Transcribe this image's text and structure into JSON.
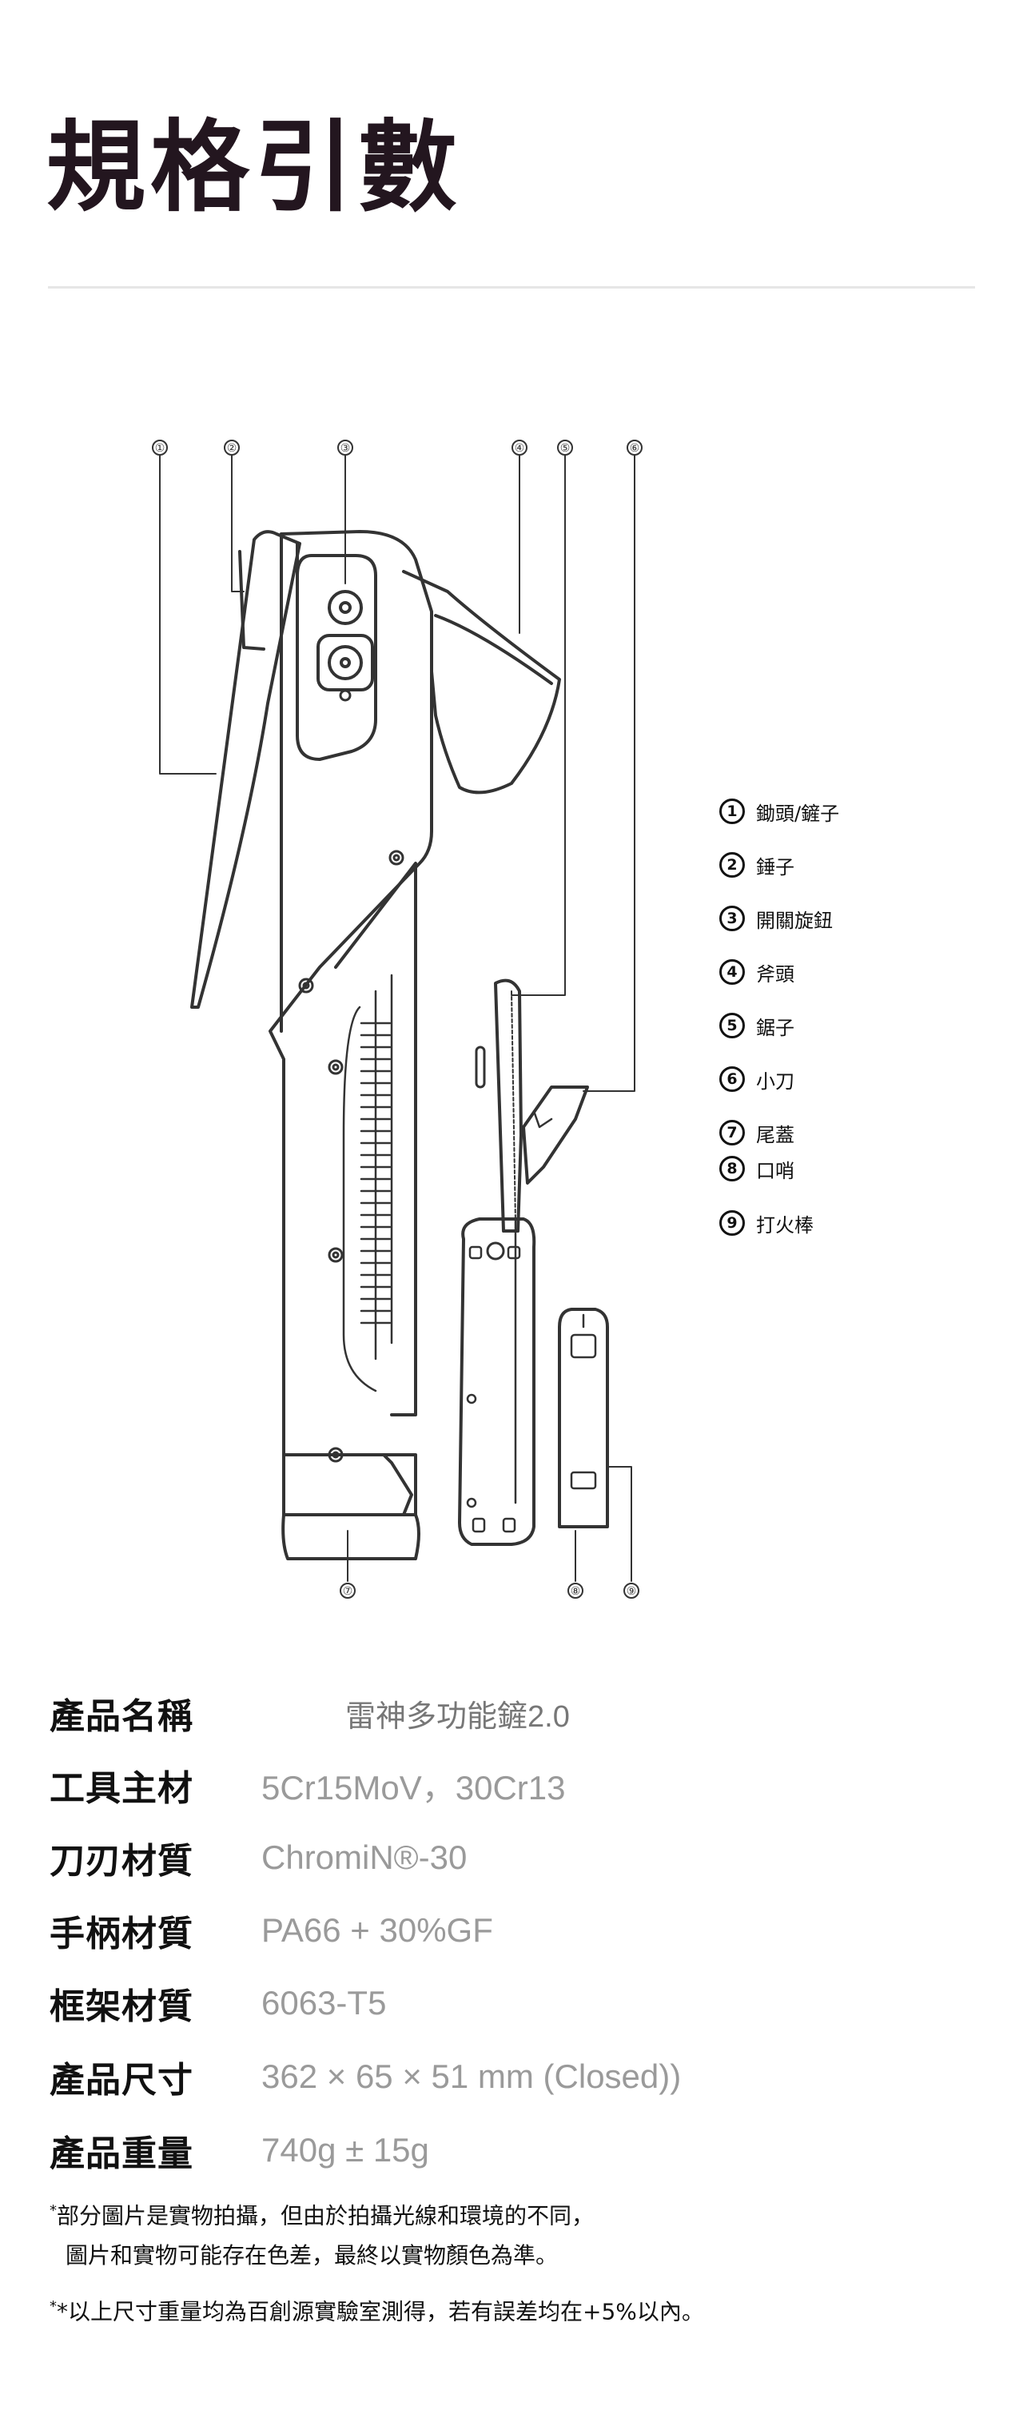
{
  "page": {
    "title": "規格引數"
  },
  "diagram": {
    "callouts": [
      "①",
      "②",
      "③",
      "④",
      "⑤",
      "⑥",
      "⑦",
      "⑧",
      "⑨"
    ],
    "legend": [
      {
        "num": "1",
        "label": "鋤頭/鏟子"
      },
      {
        "num": "2",
        "label": "錘子"
      },
      {
        "num": "3",
        "label": "開關旋鈕"
      },
      {
        "num": "4",
        "label": "斧頭"
      },
      {
        "num": "5",
        "label": "鋸子"
      },
      {
        "num": "6",
        "label": "小刀"
      },
      {
        "num": "7",
        "label": "尾蓋"
      },
      {
        "num": "8",
        "label": "口哨"
      },
      {
        "num": "9",
        "label": "打火棒"
      }
    ]
  },
  "specs": [
    {
      "key": "產品名稱",
      "value": "雷神多功能鏟2.0"
    },
    {
      "key": "工具主材",
      "value": "5Cr15MoV，30Cr13"
    },
    {
      "key": "刀刃材質",
      "value": "ChromiN®-30"
    },
    {
      "key": "手柄材質",
      "value": "PA66 + 30%GF"
    },
    {
      "key": "框架材質",
      "value": "6063-T5"
    },
    {
      "key": "產品尺寸",
      "value": "362 × 65 × 51 mm (Closed))"
    },
    {
      "key": "產品重量",
      "value": "740g ± 15g"
    }
  ],
  "notes": {
    "note1_mark": "*",
    "note1_line1": "部分圖片是實物拍攝，但由於拍攝光線和環境的不同，",
    "note1_line2": "圖片和實物可能存在色差，最終以實物顏色為準。",
    "note2_mark": "*",
    "note2_text": "*以上尺寸重量均為百創源實驗室測得，若有誤差均在+5%以內。"
  },
  "colors": {
    "title": "#23161f",
    "spec_value": "#9a9a9a",
    "line": "#333333"
  },
  "icons": [
    "axe-icon",
    "shovel-blade-icon",
    "saw-icon",
    "knife-icon",
    "fire-starter-icon"
  ]
}
